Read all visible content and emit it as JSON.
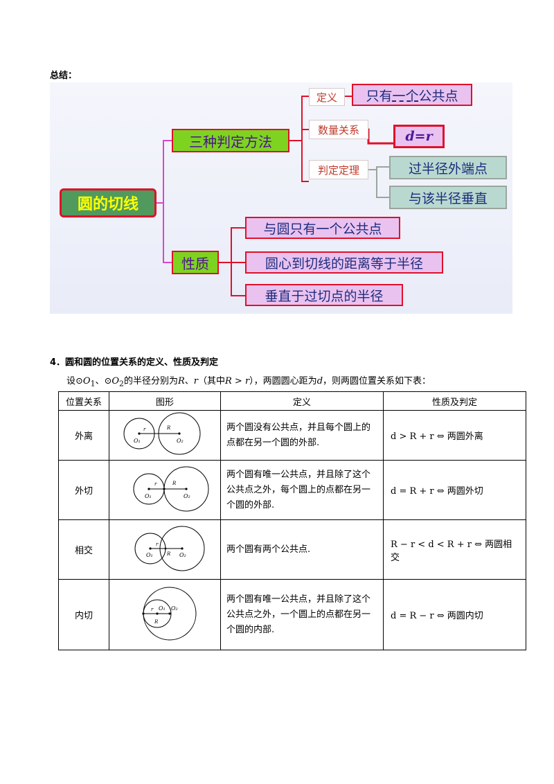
{
  "summary": {
    "title": "总结：",
    "mindmap": {
      "root": "圆的切线",
      "branch_judge": "三种判定方法",
      "label_definition": "定义",
      "definition_value_a": "只有",
      "definition_value_b": "一个",
      "definition_value_c": "公共点",
      "label_quantity": "数量关系",
      "quantity_formula": "d=r",
      "label_theorem": "判定定理",
      "theorem_1": "过半径外端点",
      "theorem_2": "与该半径垂直",
      "branch_property": "性质",
      "property_1": "与圆只有一个公共点",
      "property_2": "圆心到切线的距离等于半径",
      "property_3": "垂直于过切点的半径"
    }
  },
  "section": {
    "title": "4．圆和圆的位置关系的定义、性质及判定",
    "intro": {
      "p1": "设⊙",
      "o1": "O",
      "sub1": "1",
      "p2": "、⊙",
      "o2": "O",
      "sub2": "2",
      "p3": "的半径分别为",
      "R": "R",
      "p4": "、",
      "r": "r",
      "p5": "（其中",
      "cond": "R > r",
      "p6": "），两圆圆心距为",
      "d": "d",
      "p7": "，则两圆位置关系如下表："
    }
  },
  "table": {
    "headers": [
      "位置关系",
      "图形",
      "定义",
      "性质及判定"
    ],
    "rows": [
      {
        "name": "外离",
        "definition": "两个圆没有公共点，并且每个圆上的点都在另一个圆的外部.",
        "property": "d > R + r ⇔ 两圆外离"
      },
      {
        "name": "外切",
        "definition": "两个圆有唯一公共点，并且除了这个公共点之外，每个圆上的点都在另一个圆的外部.",
        "property": "d = R + r ⇔ 两圆外切"
      },
      {
        "name": "相交",
        "definition": "两个圆有两个公共点.",
        "property": "R − r < d < R + r ⇔ 两圆相交"
      },
      {
        "name": "内切",
        "definition": "两个圆有唯一公共点，并且除了这个公共点之外，一个圆上的点都在另一个圆的内部.",
        "property": "d = R − r ⇔ 两圆内切"
      }
    ],
    "figure_labels": {
      "o1": "O₁",
      "o2": "O₂",
      "r": "r",
      "R": "R"
    }
  },
  "colors": {
    "mindmap_line": "#e0102a",
    "branch_line": "#d946c8",
    "teal_line": "#9aa59e",
    "root_bg": "#4f9a5c",
    "root_text": "#ffff00",
    "mid_bg": "#7ed321",
    "pink_bg": "#e9c2f0"
  }
}
